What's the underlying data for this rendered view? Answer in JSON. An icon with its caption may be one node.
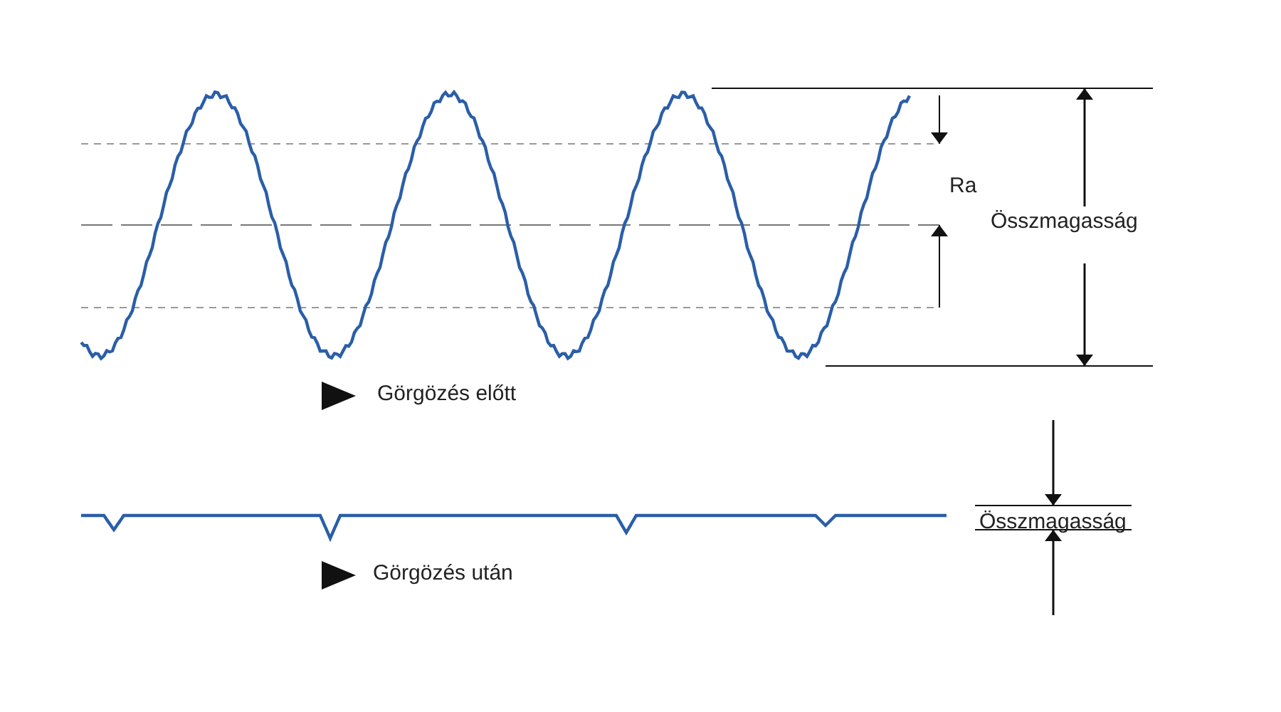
{
  "diagram": {
    "labels": [
      "Ra",
      "Összmagasság",
      "Görgözés előtt",
      "Összmagasság",
      "Görgözés után"
    ]
  }
}
